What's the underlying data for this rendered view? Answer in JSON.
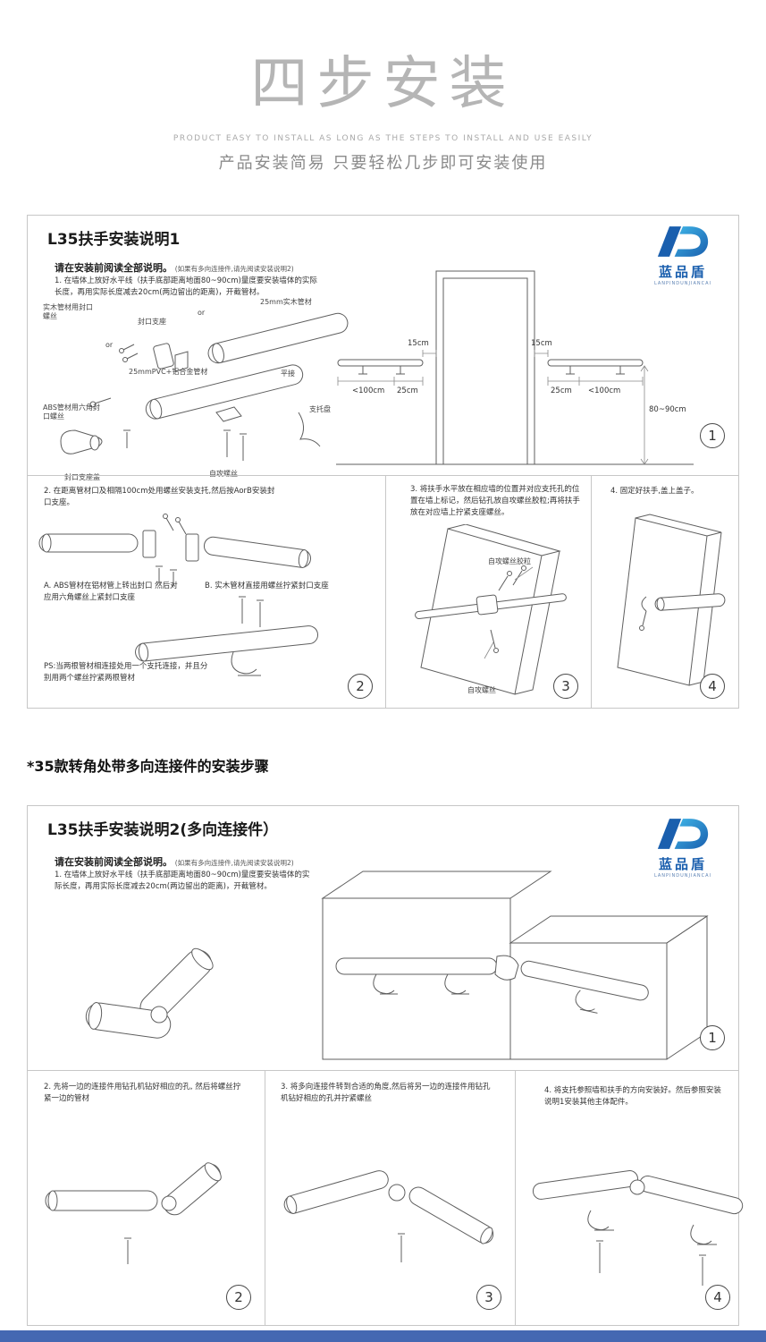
{
  "page": {
    "title": "四步安装",
    "subtitle_en": "PRODUCT EASY TO INSTALL AS LONG AS THE STEPS TO INSTALL AND USE EASILY",
    "subtitle_cn": "产品安装简易 只要轻松几步即可安装使用",
    "middle_heading": "*35款转角处带多向连接件的安装步骤"
  },
  "brand": {
    "name": "蓝品盾",
    "sub": "LANPINDUNJIANCAI"
  },
  "colors": {
    "accent_blue": "#1a5fae",
    "footer_bar": "#4568b2",
    "title_gray": "#b5b5b5"
  },
  "section1": {
    "title": "L35扶手安装说明1",
    "intro_lead": "请在安装前阅读全部说明。",
    "intro_note": "(如果有多向连接件,请先阅读安装说明2)",
    "intro_body": "1. 在墙体上放好水平线（扶手底部距离地面80~90cm)量度要安装墙体的实际长度，再用实际长度减去20cm(两边留出的距离)，开截管材。",
    "badge1": "1",
    "parts_labels": {
      "wood_screw": "实木管材用封口螺丝",
      "seal_bracket": "封口支座",
      "or1": "or",
      "or2": "or",
      "wood_tube": "25mm实木管材",
      "pvc_tube": "25mmPVC+铝合金管材",
      "joint": "平接",
      "abs_screw": "ABS管材用六角封口螺丝",
      "support_tray": "支托盘",
      "seal_cover": "封口支座盖",
      "tapping_screw": "自攻螺丝"
    },
    "wall_dims": {
      "d15_left": "15cm",
      "d15_right": "15cm",
      "lt100_left": "<100cm",
      "d25_left": "25cm",
      "d25_right": "25cm",
      "lt100_right": "<100cm",
      "height": "80~90cm"
    },
    "step2": {
      "text": "2. 在距离管材口及相隔100cm处用螺丝安装支托,然后按AorB安装封口支座。",
      "label_a": "A. ABS管材在铝材管上转出封口 然后对应用六角螺丝上紧封口支座",
      "label_b": "B. 实木管材直接用螺丝拧紧封口支座",
      "ps": "PS:当两根管材相连接处用一个支托连接，并且分别用两个螺丝拧紧两根管材",
      "badge": "2"
    },
    "step3": {
      "text": "3. 将扶手水平放在相应墙的位置并对应支托孔的位置在墙上标记，然后钻孔放自攻螺丝胶粒;再将扶手放在对应墙上拧紧支座螺丝。",
      "label_anchor": "自攻螺丝胶粒",
      "label_screw": "自攻螺丝",
      "badge": "3"
    },
    "step4": {
      "text": "4. 固定好扶手,盖上盖子。",
      "badge": "4"
    }
  },
  "section2": {
    "title": "L35扶手安装说明2(多向连接件）",
    "intro_lead": "请在安装前阅读全部说明。",
    "intro_note": "(如果有多向连接件,请先阅读安装说明2)",
    "intro_body": "1. 在墙体上放好水平线（扶手底部距离地面80~90cm)量度要安装墙体的实际长度，再用实际长度减去20cm(两边留出的距离)，开截管材。",
    "badge1": "1",
    "step2": {
      "text": "2. 先将一边的连接件用钻孔机钻好相应的孔, 然后将螺丝拧紧一边的管材",
      "badge": "2"
    },
    "step3": {
      "text": "3. 将多向连接件转到合适的角度,然后将另一边的连接件用钻孔机钻好相应的孔并拧紧螺丝",
      "badge": "3"
    },
    "step4": {
      "text": "4. 将支托参照墙和扶手的方向安装好。然后参照安装说明1安装其他主体配件。",
      "badge": "4"
    }
  }
}
